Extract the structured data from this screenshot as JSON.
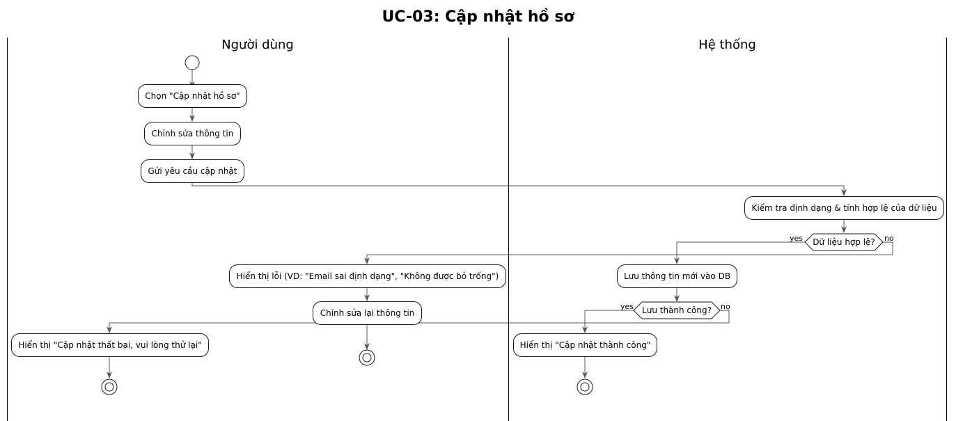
{
  "title": "UC-03: Cập nhật hồ sơ",
  "lanes": {
    "user": "Người dùng",
    "system": "Hệ thống"
  },
  "nodes": {
    "choose_update": "Chọn \"Cập nhật hồ sơ\"",
    "edit_info": "Chỉnh sửa thông tin",
    "send_request": "Gửi yêu cầu cập nhật",
    "validate": "Kiểm tra định dạng & tính hợp lệ của dữ liệu",
    "valid_decision": "Dữ liệu hợp lệ?",
    "show_error": "Hiển thị lỗi (VD: \"Email sai định dạng\", \"Không được bỏ trống\")",
    "save_db": "Lưu thông tin mới vào DB",
    "re_edit": "Chỉnh sửa lại thông tin",
    "save_decision": "Lưu thành công?",
    "show_fail": "Hiển thị \"Cập nhật thất bại, vui lòng thử lại\"",
    "show_success": "Hiển thị \"Cập nhật thành công\""
  },
  "branches": {
    "yes": "yes",
    "no": "no"
  },
  "colors": {
    "stroke": "#181818",
    "edge": "#555555",
    "background": "#ffffff"
  }
}
